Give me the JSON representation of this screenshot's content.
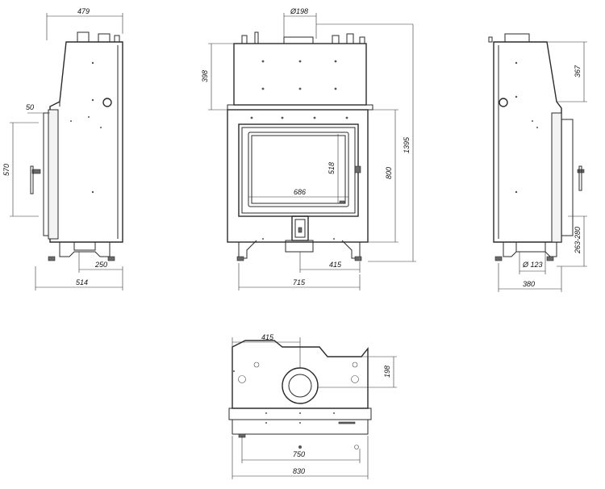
{
  "dimensions": {
    "side_left_width_top": "479",
    "side_left_offset": "50",
    "side_left_door_height": "570",
    "side_left_flue_offset": "250",
    "side_left_depth": "514",
    "front_flue_diameter": "Ø198",
    "front_top_height": "398",
    "front_glass_height": "518",
    "front_body_height": "800",
    "front_total_height": "1395",
    "front_glass_width": "686",
    "front_half_width": "415",
    "front_width": "715",
    "side_right_top_height": "367",
    "side_right_air_height": "263-280",
    "side_right_air_diameter": "Ø 123",
    "side_right_depth": "380",
    "top_half_width": "415",
    "top_flue_depth": "198",
    "top_inner_width": "750",
    "top_outer_width": "830"
  }
}
